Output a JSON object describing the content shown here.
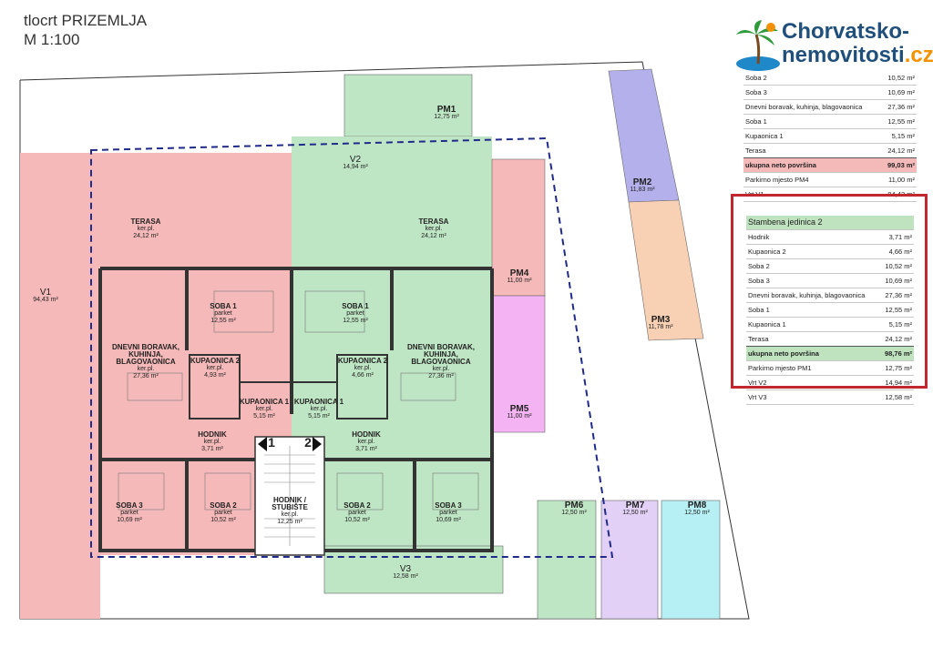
{
  "plan": {
    "title": "tlocrt PRIZEMLJA",
    "scale": "M 1:100"
  },
  "logo": {
    "name": "Chorvatsko-",
    "name2": "nemovitosti",
    "suffix": ".cz"
  },
  "unit1_table": [
    {
      "label": "Soba 2",
      "value": "10,52 m²"
    },
    {
      "label": "Soba 3",
      "value": "10,69 m²"
    },
    {
      "label": "Dnevni boravak, kuhinja, blagovaonica",
      "value": "27,36 m²"
    },
    {
      "label": "Soba 1",
      "value": "12,55 m²"
    },
    {
      "label": "Kupaonica 1",
      "value": "5,15 m²"
    },
    {
      "label": "Terasa",
      "value": "24,12 m²"
    },
    {
      "label": "ukupna neto površina",
      "value": "99,03 m²"
    },
    {
      "label": "Parkirno mjesto PM4",
      "value": "11,00 m²"
    },
    {
      "label": "Vrt V1",
      "value": "94,43 m²"
    }
  ],
  "unit2": {
    "heading": "Stambena jedinica 2",
    "rows": [
      {
        "label": "Hodnik",
        "value": "3,71 m²"
      },
      {
        "label": "Kupaonica 2",
        "value": "4,66 m²"
      },
      {
        "label": "Soba 2",
        "value": "10,52 m²"
      },
      {
        "label": "Soba 3",
        "value": "10,69 m²"
      },
      {
        "label": "Dnevni boravak, kuhinja, blagovaonica",
        "value": "27,36 m²"
      },
      {
        "label": "Soba 1",
        "value": "12,55 m²"
      },
      {
        "label": "Kupaonica 1",
        "value": "5,15 m²"
      },
      {
        "label": "Terasa",
        "value": "24,12 m²"
      },
      {
        "label": "ukupna neto površina",
        "value": "98,76 m²"
      },
      {
        "label": "Parkirno mjesto PM1",
        "value": "12,75 m²"
      },
      {
        "label": "Vrt V2",
        "value": "14,94 m²"
      },
      {
        "label": "Vrt V3",
        "value": "12,58 m²"
      }
    ]
  },
  "labels": {
    "pm1": {
      "name": "PM1",
      "area": "12,75 m²"
    },
    "pm2": {
      "name": "PM2",
      "area": "11,83 m²"
    },
    "pm3": {
      "name": "PM3",
      "area": "11,78 m²"
    },
    "pm4": {
      "name": "PM4",
      "area": "11,00 m²"
    },
    "pm5": {
      "name": "PM5",
      "area": "11,00 m²"
    },
    "pm6": {
      "name": "PM6",
      "area": "12,50 m²"
    },
    "pm7": {
      "name": "PM7",
      "area": "12,50 m²"
    },
    "pm8": {
      "name": "PM8",
      "area": "12,50 m²"
    },
    "v1": {
      "name": "V1",
      "area": "94,43 m²"
    },
    "v2": {
      "name": "V2",
      "area": "14,94 m²"
    },
    "v3": {
      "name": "V3",
      "area": "12,58 m²"
    },
    "terasa_l": {
      "name": "TERASA",
      "sub": "ker.pl.",
      "area": "24,12 m²"
    },
    "terasa_r": {
      "name": "TERASA",
      "sub": "ker.pl.",
      "area": "24,12 m²"
    },
    "soba1_l": {
      "name": "SOBA 1",
      "sub": "parket",
      "area": "12,55 m²"
    },
    "soba1_r": {
      "name": "SOBA 1",
      "sub": "parket",
      "area": "12,55 m²"
    },
    "dnevni_l": {
      "name": "DNEVNI BORAVAK, KUHINJA, BLAGOVAONICA",
      "sub": "ker.pl.",
      "area": "27,36 m²"
    },
    "dnevni_r": {
      "name": "DNEVNI BORAVAK, KUHINJA, BLAGOVAONICA",
      "sub": "ker.pl.",
      "area": "27,36 m²"
    },
    "kup2_l": {
      "name": "KUPAONICA 2",
      "sub": "ker.pl.",
      "area": "4,93 m²"
    },
    "kup2_r": {
      "name": "KUPAONICA 2",
      "sub": "ker.pl.",
      "area": "4,66 m²"
    },
    "kup1_l": {
      "name": "KUPAONICA 1",
      "sub": "ker.pl.",
      "area": "5,15 m²"
    },
    "kup1_r": {
      "name": "KUPAONICA 1",
      "sub": "ker.pl.",
      "area": "5,15 m²"
    },
    "hodnik_l": {
      "name": "HODNIK",
      "sub": "ker.pl.",
      "area": "3,71 m²"
    },
    "hodnik_r": {
      "name": "HODNIK",
      "sub": "ker.pl.",
      "area": "3,71 m²"
    },
    "hodnik_st": {
      "name": "HODNIK / STUBIŠTE",
      "sub": "ker.pl.",
      "area": "12,25 m²"
    },
    "soba3_l": {
      "name": "SOBA 3",
      "sub": "parket",
      "area": "10,69 m²"
    },
    "soba2_l": {
      "name": "SOBA 2",
      "sub": "parket",
      "area": "10,52 m²"
    },
    "soba2_r": {
      "name": "SOBA 2",
      "sub": "parket",
      "area": "10,52 m²"
    },
    "soba3_r": {
      "name": "SOBA 3",
      "sub": "parket",
      "area": "10,69 m²"
    },
    "section1": "1",
    "section2": "2"
  },
  "colors": {
    "unit1": "#f6b9b9",
    "unit2": "#bfe6c4",
    "pm2": "#b4b0ec",
    "pm3": "#f8d0b4",
    "pm5": "#f4b3f2",
    "pm7": "#e2d0f6",
    "pm8": "#b6f0f4",
    "highlight_border": "#c0282d",
    "dashed": "#1f2a8a"
  }
}
